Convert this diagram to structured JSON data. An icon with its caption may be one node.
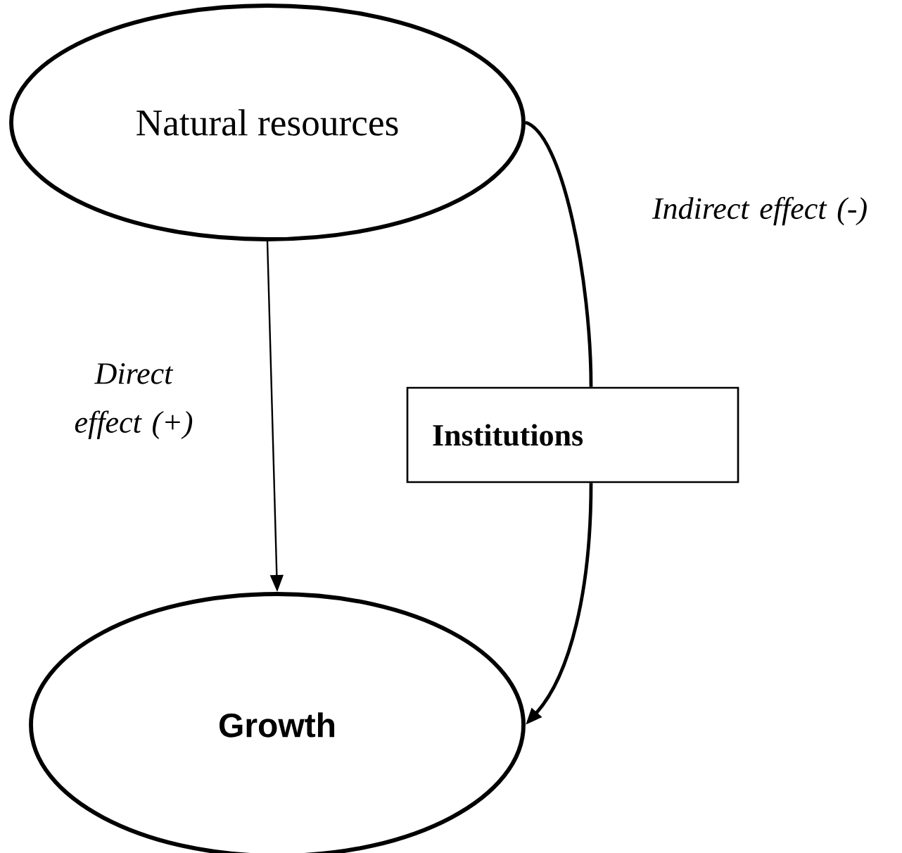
{
  "diagram": {
    "nodes": [
      {
        "text": [
          "Natural resources"
        ]
      },
      {
        "text": [
          "Growth"
        ]
      },
      {
        "text": [
          "Institutions"
        ]
      }
    ],
    "edges": [
      {
        "from": 0,
        "to": 1,
        "arrow": "to",
        "label": "Direct effect (+)"
      },
      {
        "from": 0,
        "to": 2,
        "arrow": "none",
        "label": "Indirect effect (-)"
      },
      {
        "from": 2,
        "to": 1,
        "arrow": "to"
      }
    ]
  }
}
